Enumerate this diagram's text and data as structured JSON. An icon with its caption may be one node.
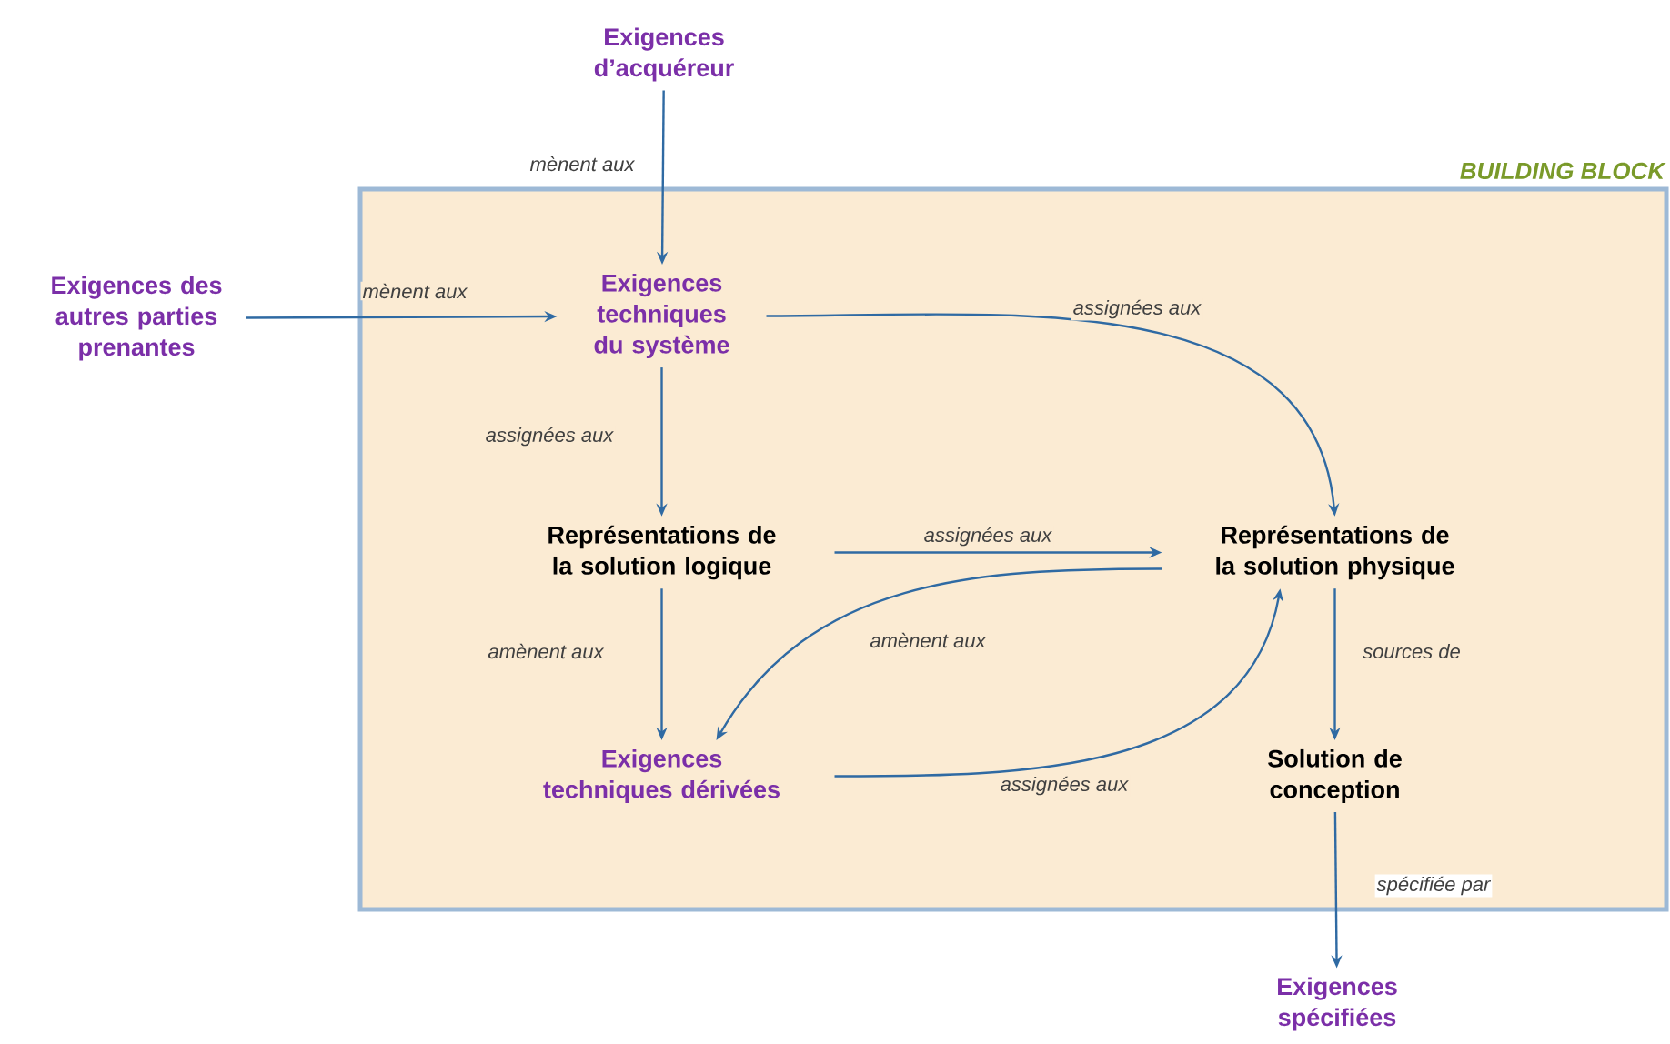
{
  "diagram": {
    "nodes": [
      {
        "text": [
          "BUILDING BLOCK"
        ]
      },
      {
        "text": [
          "Exigences d’acquéreur"
        ]
      },
      {
        "text": [
          "Exigences des autres parties prenantes"
        ]
      },
      {
        "text": [
          "Exigences techniques du système"
        ],
        "in": 0
      },
      {
        "text": [
          "Représentations de la solution logique"
        ],
        "in": 0
      },
      {
        "text": [
          "Représentations de la solution physique"
        ],
        "in": 0
      },
      {
        "text": [
          "Exigences techniques dérivées"
        ],
        "in": 0
      },
      {
        "text": [
          "Solution de conception"
        ],
        "in": 0
      },
      {
        "text": [
          "Exigences spécifiées"
        ]
      }
    ],
    "edges": [
      {
        "from": 1,
        "to": 3,
        "arrow": "to",
        "label": "mènent aux"
      },
      {
        "from": 2,
        "to": 3,
        "arrow": "to",
        "label": "mènent aux"
      },
      {
        "from": 3,
        "to": 5,
        "arrow": "to",
        "label": "assignées aux"
      },
      {
        "from": 3,
        "to": 4,
        "arrow": "to",
        "label": "assignées aux"
      },
      {
        "from": 4,
        "to": 5,
        "arrow": "to",
        "label": "assignées aux"
      },
      {
        "from": 5,
        "to": 6,
        "arrow": "to",
        "label": "amènent aux"
      },
      {
        "from": 4,
        "to": 6,
        "arrow": "to",
        "label": "amènent aux"
      },
      {
        "from": 6,
        "to": 5,
        "arrow": "to",
        "label": "assignées aux"
      },
      {
        "from": 5,
        "to": 7,
        "arrow": "to",
        "label": "sources de"
      },
      {
        "from": 7,
        "to": 8,
        "arrow": "to",
        "label": "spécifiée par"
      }
    ]
  }
}
